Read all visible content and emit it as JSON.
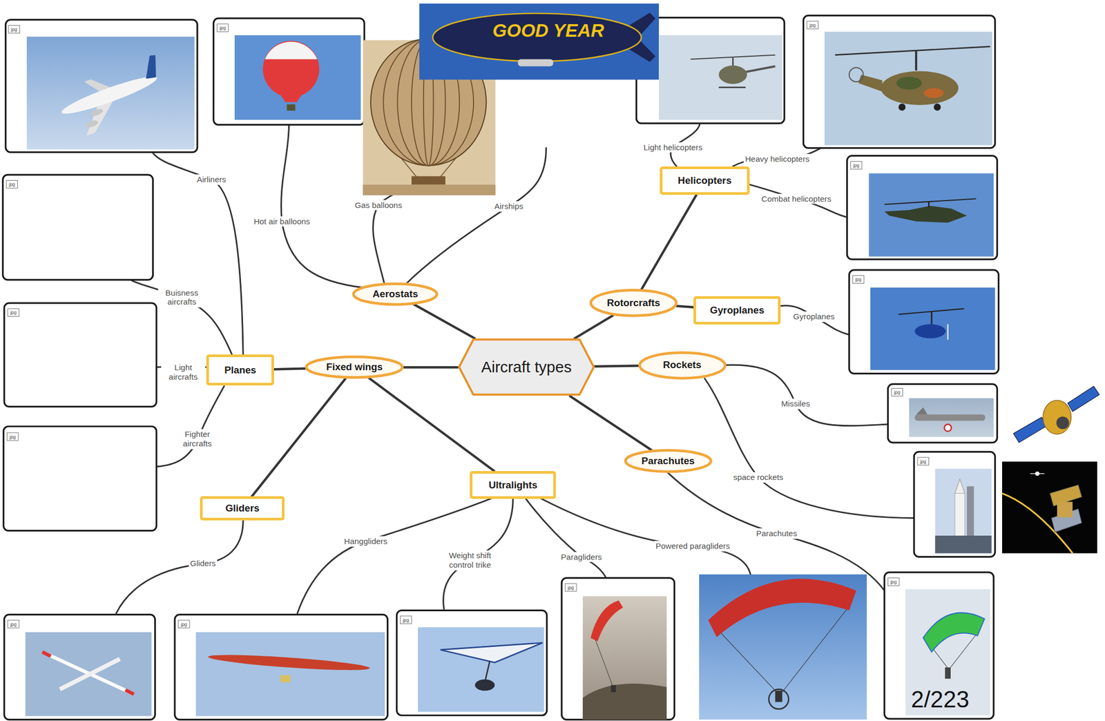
{
  "diagram": {
    "nodes": [
      {
        "text": [
          "Aircraft types"
        ]
      },
      {
        "text": [
          "Aerostats"
        ]
      },
      {
        "text": [
          "Fixed wings"
        ]
      },
      {
        "text": [
          "Planes"
        ]
      },
      {
        "text": [
          "Gliders"
        ]
      },
      {
        "text": [
          "Ultralights"
        ]
      },
      {
        "text": [
          "Parachutes"
        ]
      },
      {
        "text": [
          "Rockets"
        ]
      },
      {
        "text": [
          "Rotorcrafts"
        ]
      },
      {
        "text": [
          "Helicopters"
        ]
      },
      {
        "text": [
          "Gyroplanes"
        ]
      }
    ],
    "edges": [
      {
        "from": 0,
        "to": 1,
        "arrow": "none"
      },
      {
        "from": 0,
        "to": 2,
        "arrow": "none"
      },
      {
        "from": 0,
        "to": 8,
        "arrow": "none"
      },
      {
        "from": 0,
        "to": 7,
        "arrow": "none"
      },
      {
        "from": 0,
        "to": 6,
        "arrow": "none"
      },
      {
        "from": 2,
        "to": 3,
        "arrow": "none"
      },
      {
        "from": 2,
        "to": 4,
        "arrow": "none"
      },
      {
        "from": 2,
        "to": 5,
        "arrow": "none"
      },
      {
        "from": 8,
        "to": 9,
        "arrow": "none"
      },
      {
        "from": 8,
        "to": 10,
        "arrow": "none"
      }
    ],
    "labels": [
      "Airliners",
      "Buisness aircrafts",
      "Light aircrafts",
      "Fighter aircrafts",
      "Gliders",
      "Hanggliders",
      "Weight shift control trike",
      "Paragliders",
      "Powered paragliders",
      "Parachutes",
      "space rockets",
      "Missiles",
      "Gyroplanes",
      "Combat helicopters",
      "Heavy helicopters",
      "Light helicopters",
      "Hot air balloons",
      "Gas balloons",
      "Airships",
      "jpg",
      "jpg",
      "jpg",
      "jpg",
      "jpg",
      "jpg",
      "jpg",
      "jpg",
      "jpg",
      "jpg",
      "jpg",
      "jpg",
      "jpg",
      "jpg",
      "jpg",
      "GOOD YEAR",
      "2/223"
    ]
  }
}
